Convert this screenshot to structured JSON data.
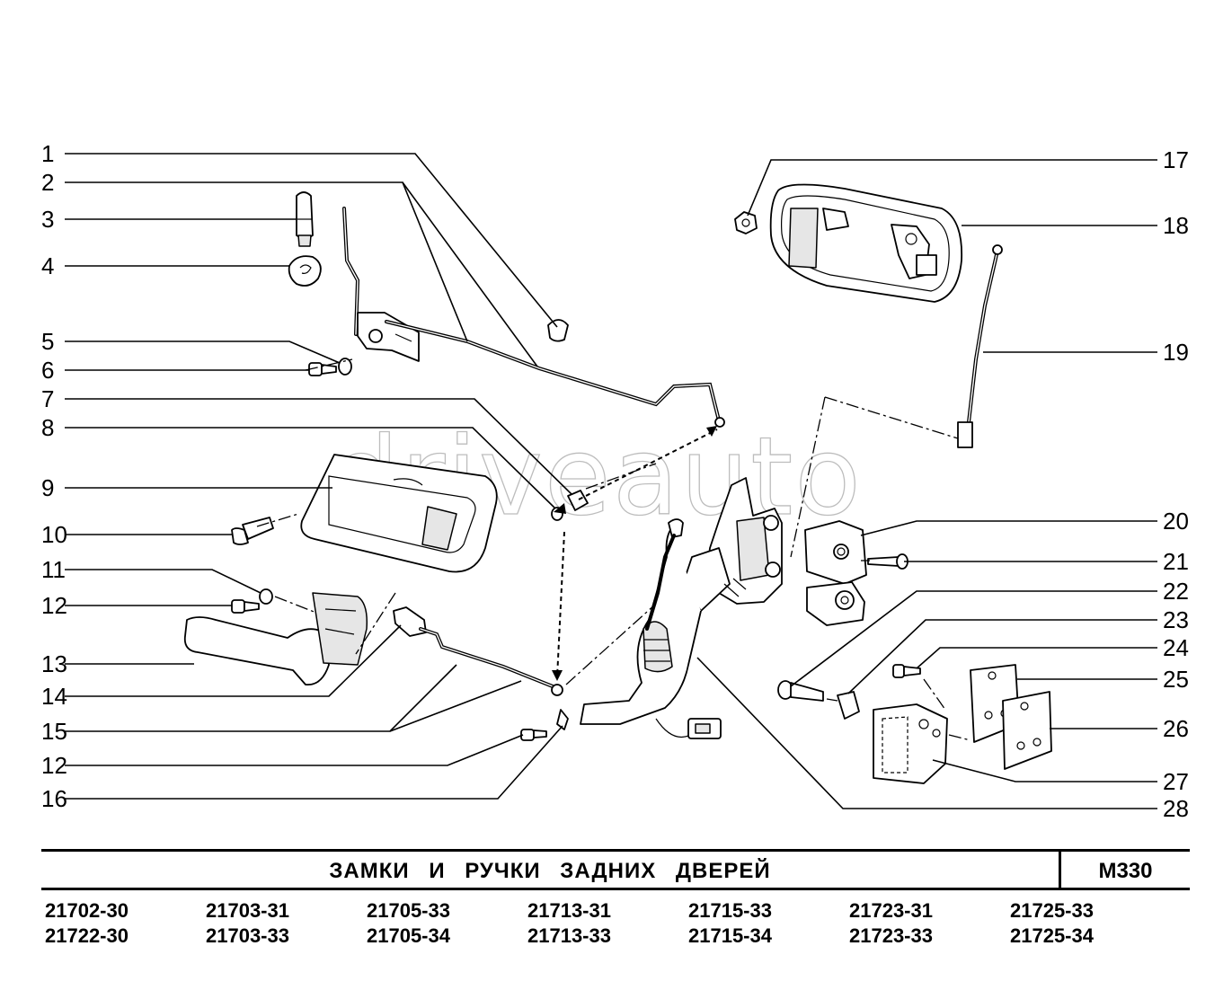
{
  "callouts": {
    "1": "1",
    "2": "2",
    "3": "3",
    "4": "4",
    "5": "5",
    "6": "6",
    "7": "7",
    "8": "8",
    "9": "9",
    "10": "10",
    "11": "11",
    "12": "12",
    "13": "13",
    "14": "14",
    "15": "15",
    "12b": "12",
    "16": "16",
    "17": "17",
    "18": "18",
    "19": "19",
    "20": "20",
    "21": "21",
    "22": "22",
    "23": "23",
    "24": "24",
    "25": "25",
    "26": "26",
    "27": "27",
    "28": "28"
  },
  "watermark": "driveauto",
  "title_block": {
    "title": "ЗАМКИ И РУЧКИ ЗАДНИХ ДВЕРЕЙ",
    "code": "M330"
  },
  "models": [
    [
      "21702-30",
      "21722-30"
    ],
    [
      "21703-31",
      "21703-33"
    ],
    [
      "21705-33",
      "21705-34"
    ],
    [
      "21713-31",
      "21713-33"
    ],
    [
      "21715-33",
      "21715-34"
    ],
    [
      "21723-31",
      "21723-33"
    ],
    [
      "21725-33",
      "21725-34"
    ]
  ]
}
